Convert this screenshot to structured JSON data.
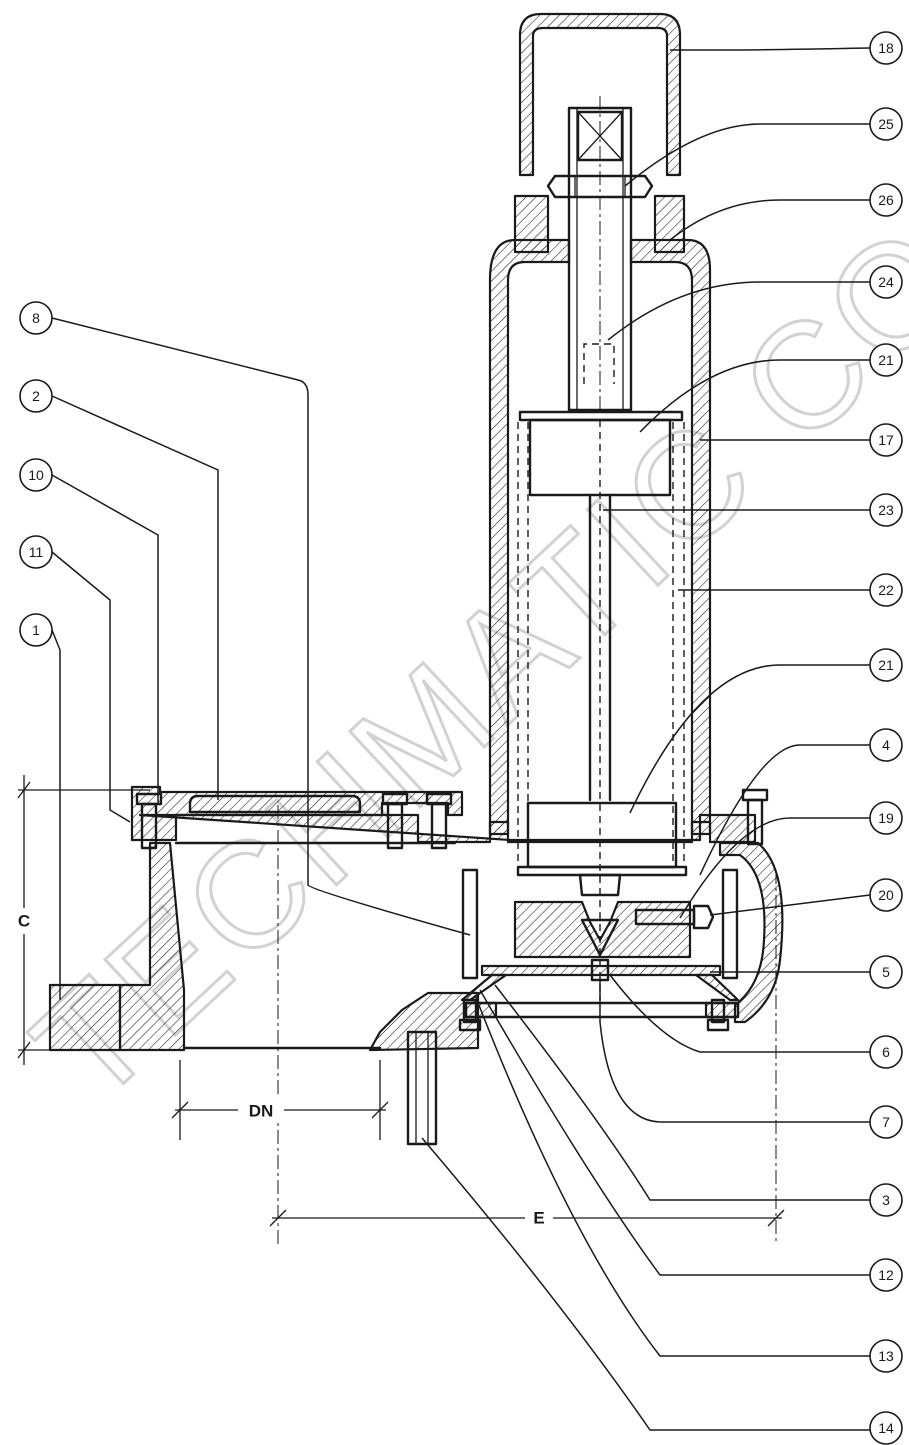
{
  "callouts": [
    {
      "label": "18"
    },
    {
      "label": "25"
    },
    {
      "label": "26"
    },
    {
      "label": "24"
    },
    {
      "label": "21"
    },
    {
      "label": "17"
    },
    {
      "label": "23"
    },
    {
      "label": "22"
    },
    {
      "label": "21"
    },
    {
      "label": "4"
    },
    {
      "label": "19"
    },
    {
      "label": "20"
    },
    {
      "label": "5"
    },
    {
      "label": "6"
    },
    {
      "label": "7"
    },
    {
      "label": "3"
    },
    {
      "label": "12"
    },
    {
      "label": "13"
    },
    {
      "label": "14"
    },
    {
      "label": "8"
    },
    {
      "label": "2"
    },
    {
      "label": "10"
    },
    {
      "label": "11"
    },
    {
      "label": "1"
    }
  ],
  "dimensions": {
    "c": "C",
    "dn": "DN",
    "e": "E"
  },
  "watermark": "TECHMATIC CON"
}
